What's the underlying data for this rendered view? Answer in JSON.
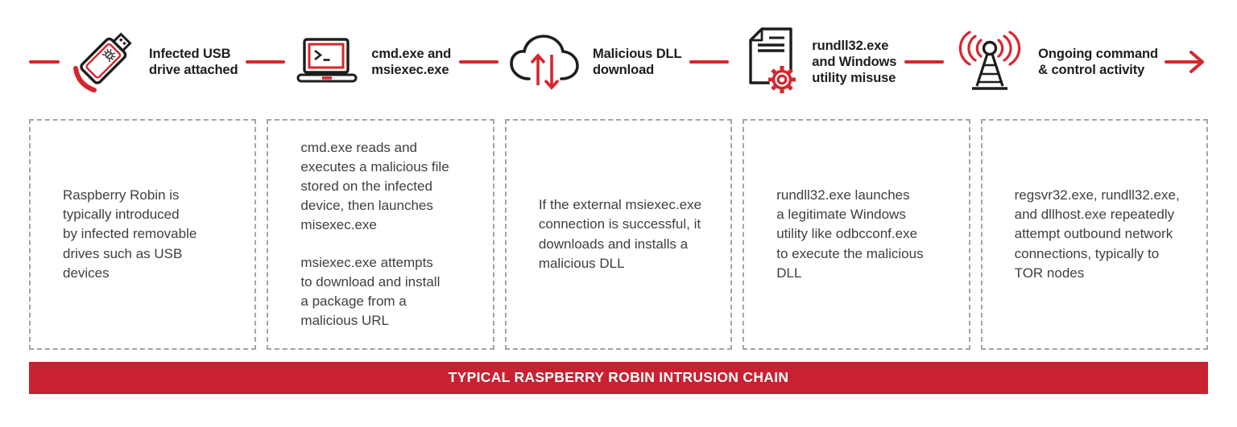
{
  "banner": {
    "title": "TYPICAL RASPBERRY ROBIN INTRUSION CHAIN"
  },
  "colors": {
    "accent_red": "#d7262d",
    "banner_red": "#c92132",
    "icon_black": "#1d1d1b",
    "bug_gray": "#3c3c3b",
    "box_border": "#a5a5a5",
    "text_dark": "#3f3f3e"
  },
  "stages": [
    {
      "id": "infected-usb",
      "icon": "usb-drive-icon",
      "label_lines": [
        "Infected USB",
        "drive attached"
      ],
      "paragraphs": [
        "Raspberry Robin is\ntypically introduced\nby infected removable\ndrives such as USB\ndevices"
      ]
    },
    {
      "id": "cmd-msiexec",
      "icon": "terminal-laptop-icon",
      "label_lines": [
        "cmd.exe and",
        "msiexec.exe"
      ],
      "paragraphs": [
        "cmd.exe reads and\nexecutes a malicious file\nstored on the infected\ndevice, then launches\nmisexec.exe",
        "msiexec.exe attempts\nto download and install\na package from a\nmalicious URL"
      ]
    },
    {
      "id": "malicious-dll-download",
      "icon": "cloud-transfer-icon",
      "label_lines": [
        "Malicious DLL",
        "download"
      ],
      "paragraphs": [
        "If the external msiexec.exe\nconnection is successful, it\ndownloads and installs a\nmalicious DLL"
      ]
    },
    {
      "id": "rundll32-misuse",
      "icon": "document-gear-icon",
      "label_lines": [
        "rundll32.exe",
        "and Windows",
        "utility misuse"
      ],
      "paragraphs": [
        "rundll32.exe launches\na legitimate Windows\nutility like odbcconf.exe\nto execute the malicious\nDLL"
      ]
    },
    {
      "id": "command-control",
      "icon": "radio-tower-icon",
      "label_lines": [
        "Ongoing command",
        "& control activity"
      ],
      "paragraphs": [
        "regsvr32.exe, rundll32.exe,\nand dllhost.exe repeatedly\nattempt outbound network\nconnections, typically to\nTOR nodes"
      ]
    }
  ]
}
